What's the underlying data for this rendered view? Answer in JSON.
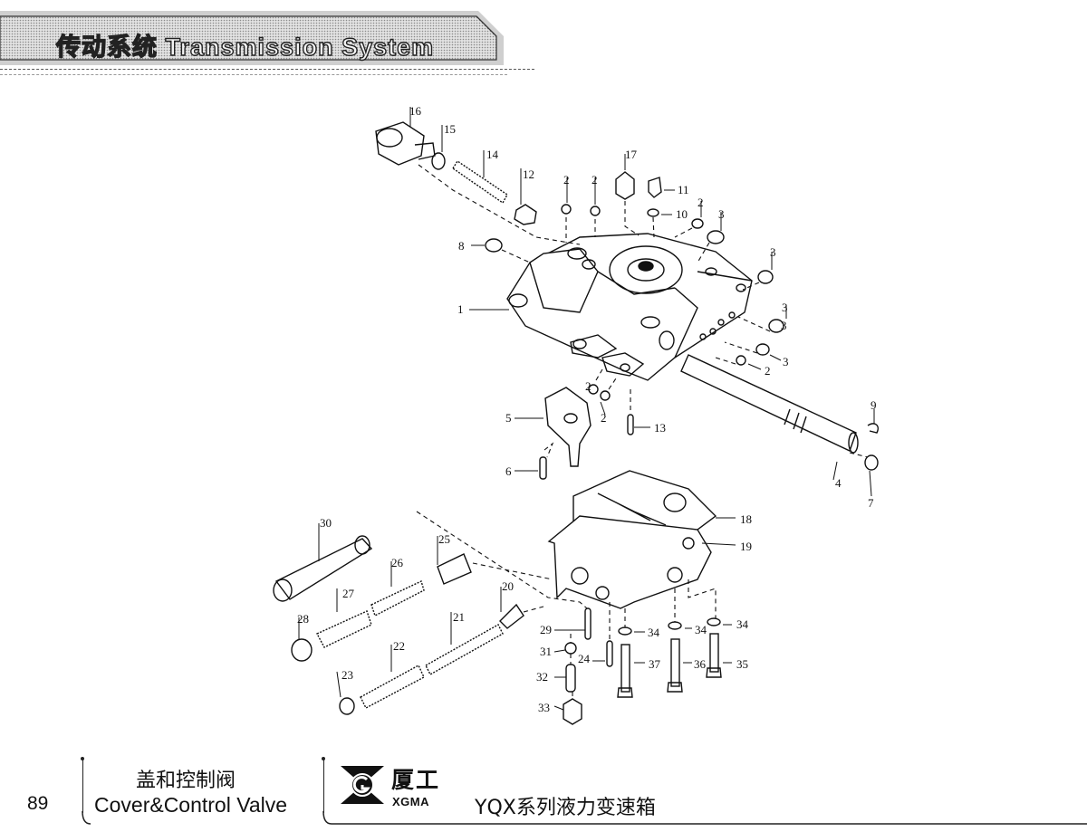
{
  "header": {
    "title": "传动系统 Transmission System"
  },
  "diagram": {
    "part_labels": [
      "1",
      "2",
      "2",
      "2",
      "2",
      "2",
      "2",
      "3",
      "3",
      "3",
      "3",
      "3",
      "4",
      "5",
      "6",
      "7",
      "8",
      "9",
      "10",
      "11",
      "12",
      "13",
      "14",
      "15",
      "16",
      "17",
      "18",
      "19",
      "20",
      "21",
      "22",
      "23",
      "24",
      "25",
      "26",
      "27",
      "28",
      "29",
      "30",
      "31",
      "32",
      "33",
      "34",
      "34",
      "34",
      "35",
      "36",
      "37"
    ]
  },
  "footer": {
    "page_number": "89",
    "title_cn": "盖和控制阀",
    "title_en": "Cover&Control Valve",
    "brand_cn": "厦工",
    "brand_en": "XGMA",
    "product": "YQX系列液力变速箱"
  }
}
